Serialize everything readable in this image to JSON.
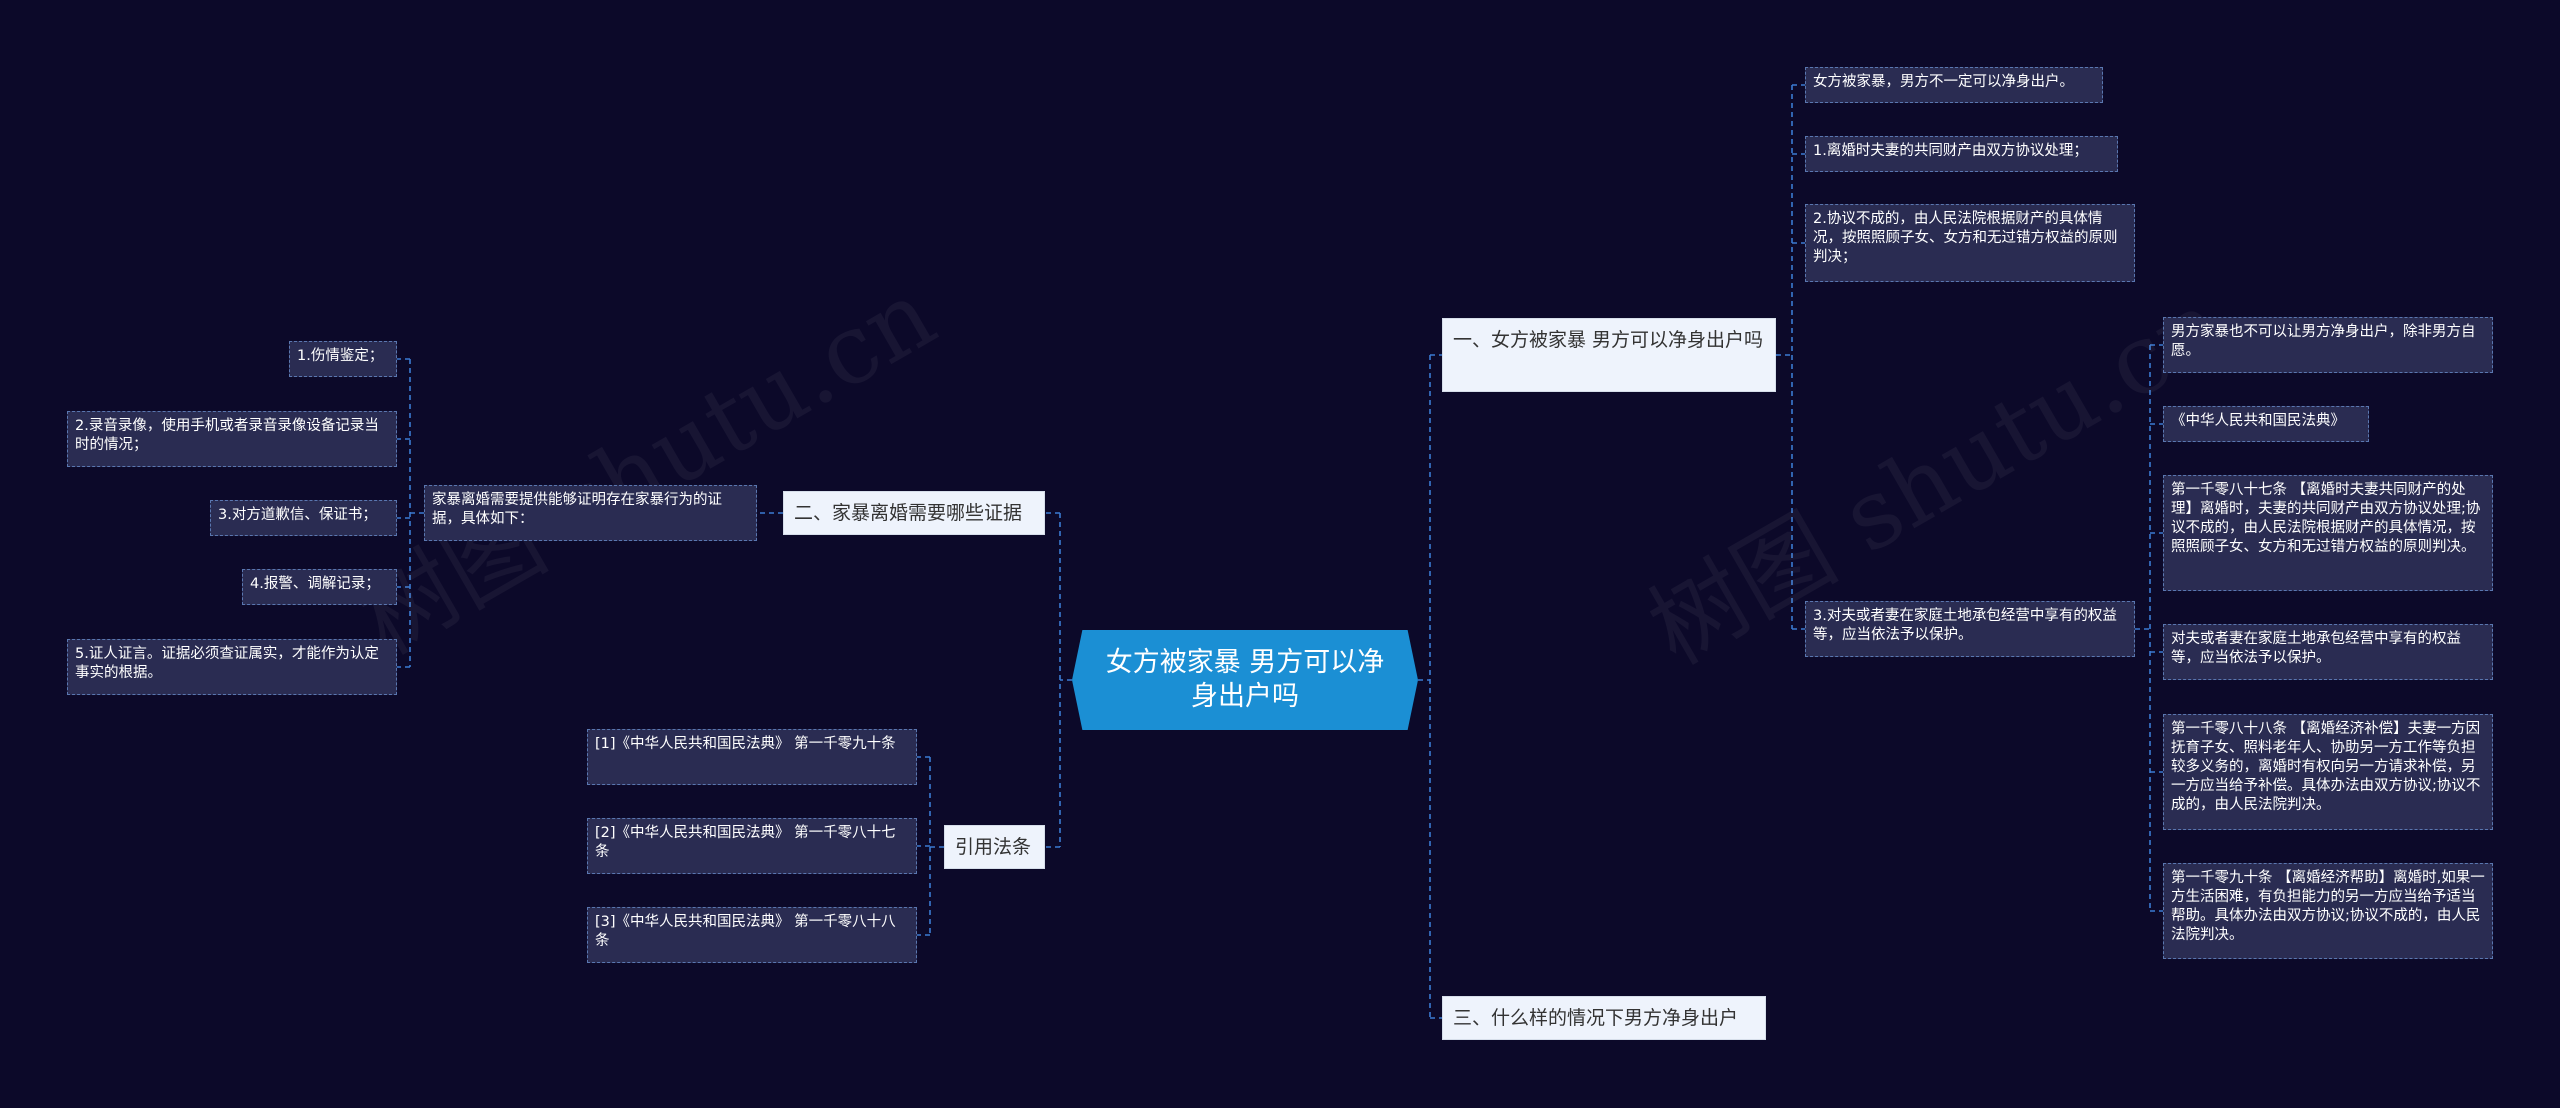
{
  "watermark": "树图 shutu.cn",
  "colors": {
    "background": "#0c0929",
    "root": "#1b8fd4",
    "branch": "#eef3fc",
    "leaf": "#2a2c52",
    "line": "#3b7bd3"
  },
  "root": {
    "label": "女方被家暴 男方可以净身出户吗"
  },
  "branches": {
    "b1": {
      "label": "一、女方被家暴 男方可以净身出户吗",
      "items": [
        "女方被家暴，男方不一定可以净身出户。",
        "1.离婚时夫妻的共同财产由双方协议处理；",
        "2.协议不成的，由人民法院根据财产的具体情况，按照照顾子女、女方和无过错方权益的原则判决；",
        "3.对夫或者妻在家庭土地承包经营中享有的权益等，应当依法予以保护。"
      ],
      "sub_items": [
        "男方家暴也不可以让男方净身出户，除非男方自愿。",
        "《中华人民共和国民法典》",
        "第一千零八十七条 【离婚时夫妻共同财产的处理】离婚时，夫妻的共同财产由双方协议处理;协议不成的，由人民法院根据财产的具体情况，按照照顾子女、女方和无过错方权益的原则判决。",
        "对夫或者妻在家庭土地承包经营中享有的权益等，应当依法予以保护。",
        "第一千零八十八条 【离婚经济补偿】夫妻一方因抚育子女、照料老年人、协助另一方工作等负担较多义务的，离婚时有权向另一方请求补偿，另一方应当给予补偿。具体办法由双方协议;协议不成的，由人民法院判决。",
        "第一千零九十条 【离婚经济帮助】离婚时,如果一方生活困难，有负担能力的另一方应当给予适当帮助。具体办法由双方协议;协议不成的，由人民法院判决。"
      ]
    },
    "b2": {
      "label": "二、家暴离婚需要哪些证据",
      "intro": "家暴离婚需要提供能够证明存在家暴行为的证据，具体如下：",
      "items": [
        "1.伤情鉴定；",
        "2.录音录像，使用手机或者录音录像设备记录当时的情况；",
        "3.对方道歉信、保证书；",
        "4.报警、调解记录；",
        "5.证人证言。证据必须查证属实，才能作为认定事实的根据。"
      ]
    },
    "b3": {
      "label": "引用法条",
      "items": [
        "[1]《中华人民共和国民法典》 第一千零九十条",
        "[2]《中华人民共和国民法典》 第一千零八十七条",
        "[3]《中华人民共和国民法典》 第一千零八十八条"
      ]
    },
    "b4": {
      "label": "三、什么样的情况下男方净身出户"
    }
  }
}
